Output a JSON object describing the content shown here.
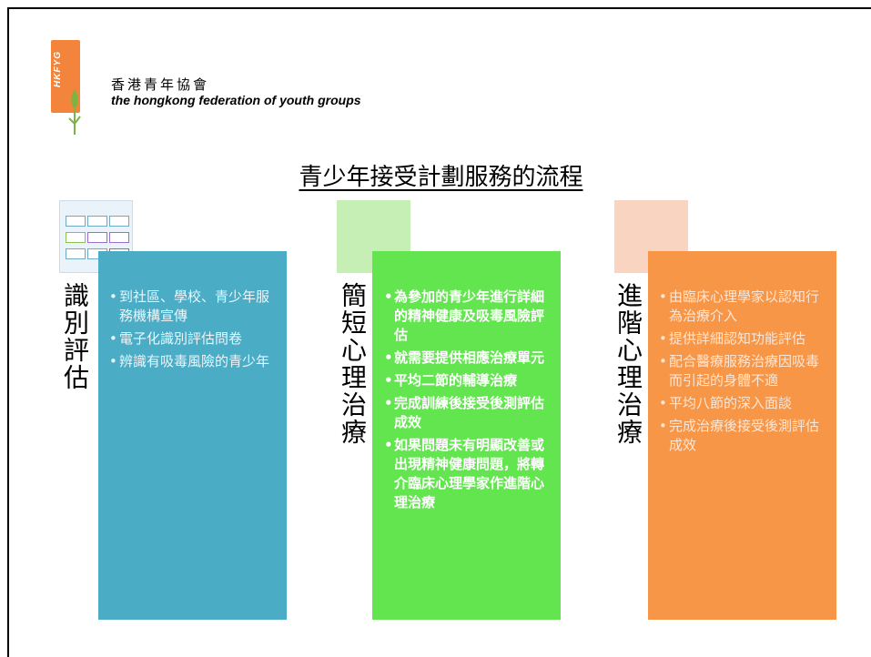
{
  "header": {
    "org_zh": "香港青年協會",
    "org_en": "the hongkong federation of youth groups",
    "logo_text": "HKFYG"
  },
  "title": "青少年接受計劃服務的流程",
  "stages": [
    {
      "label": "識別評估",
      "color": "#4bacc6",
      "items": [
        "到社區、學校、青少年服務機構宣傳",
        "電子化識別評估問卷",
        "辨識有吸毒風險的青少年"
      ]
    },
    {
      "label": "簡短心理治療",
      "color": "#62e54e",
      "items": [
        "為參加的青少年進行詳細的精神健康及吸毒風險評估",
        "就需要提供相應治療單元",
        "平均二節的輔導治療",
        "完成訓練後接受後測評估成效",
        "如果問題未有明顯改善或出現精神健康問題，將轉介臨床心理學家作進階心理治療"
      ]
    },
    {
      "label": "進階心理治療",
      "color": "#f79646",
      "items": [
        "由臨床心理學家以認知行為治療介入",
        "提供詳細認知功能評估",
        "配合醫療服務治療因吸毒而引起的身體不適",
        "平均八節的深入面談",
        "完成治療後接受後測評估成效"
      ]
    }
  ]
}
